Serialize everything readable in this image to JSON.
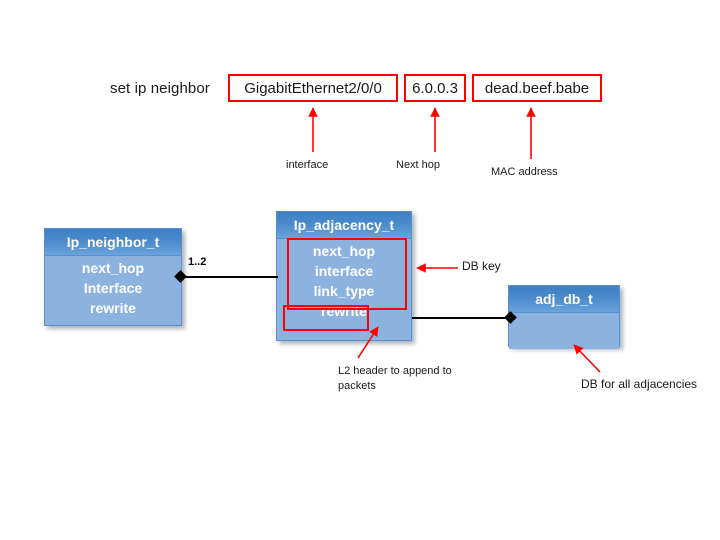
{
  "command": {
    "label": "set ip neighbor",
    "tokens": [
      {
        "name": "interface",
        "value": "GigabitEthernet2/0/0",
        "callout": "interface"
      },
      {
        "name": "next-hop",
        "value": "6.0.0.3",
        "callout": "Next hop"
      },
      {
        "name": "mac",
        "value": "dead.beef.babe",
        "callout": "MAC address"
      }
    ]
  },
  "classes": {
    "neighbor": {
      "title": "Ip_neighbor_t",
      "fields": [
        "next_hop",
        "Interface",
        "rewrite"
      ]
    },
    "adjacency": {
      "title": "Ip_adjacency_t",
      "fields": [
        "next_hop",
        "interface",
        "link_type",
        "rewrite"
      ]
    },
    "adj_db": {
      "title": "adj_db_t",
      "fields": []
    }
  },
  "relations": {
    "neighbor_to_adjacency_multiplicity": "1..2"
  },
  "annotations": {
    "db_key": "DB key",
    "l2_header": "L2 header to append to packets",
    "db_for_all": "DB for all adjacencies"
  },
  "colors": {
    "highlight": "#ff0000",
    "box_body": "#8cb3e0",
    "box_header": "#4a8acb",
    "connector": "#000000"
  }
}
